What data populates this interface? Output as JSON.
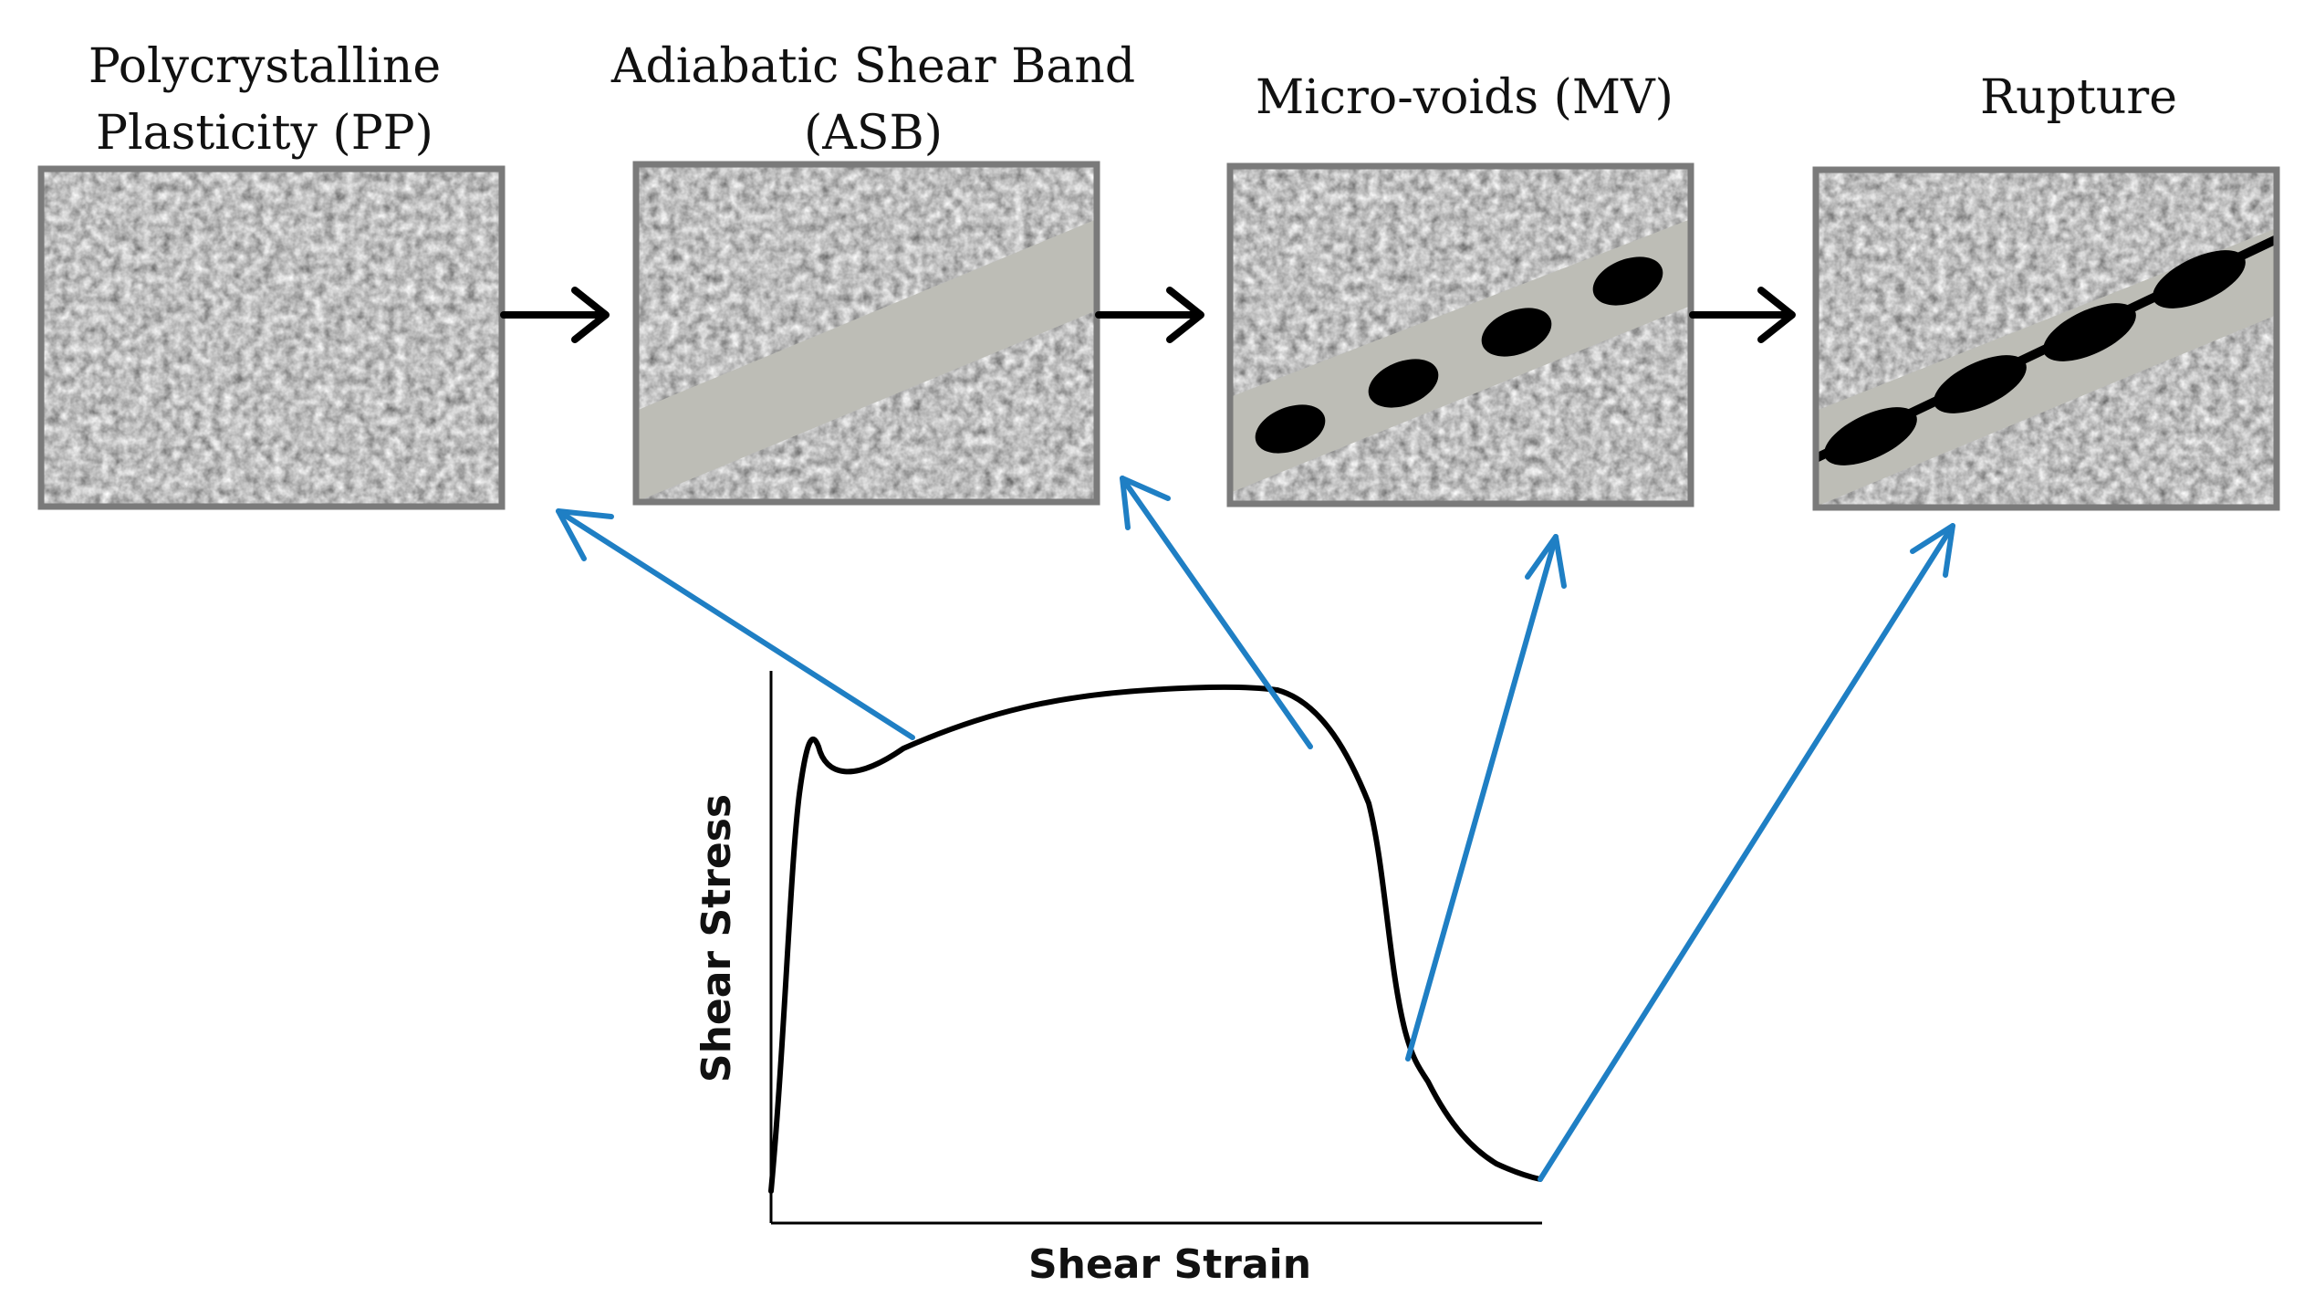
{
  "stages": [
    {
      "id": "pp",
      "title_lines": [
        "Polycrystalline",
        "Plasticity (PP)"
      ]
    },
    {
      "id": "asb",
      "title_lines": [
        "Adiabatic Shear Band",
        "(ASB)"
      ]
    },
    {
      "id": "mv",
      "title_lines": [
        "Micro-voids (MV)"
      ]
    },
    {
      "id": "rupture",
      "title_lines": [
        "Rupture"
      ]
    }
  ],
  "graph": {
    "xlabel": "Shear Strain",
    "ylabel": "Shear Stress"
  },
  "colors": {
    "frame": "#7a7a7a",
    "band": "#bdbdb6",
    "pointer_arrow": "#1f7fc4",
    "flow_arrow": "#000000",
    "curve": "#000000"
  }
}
